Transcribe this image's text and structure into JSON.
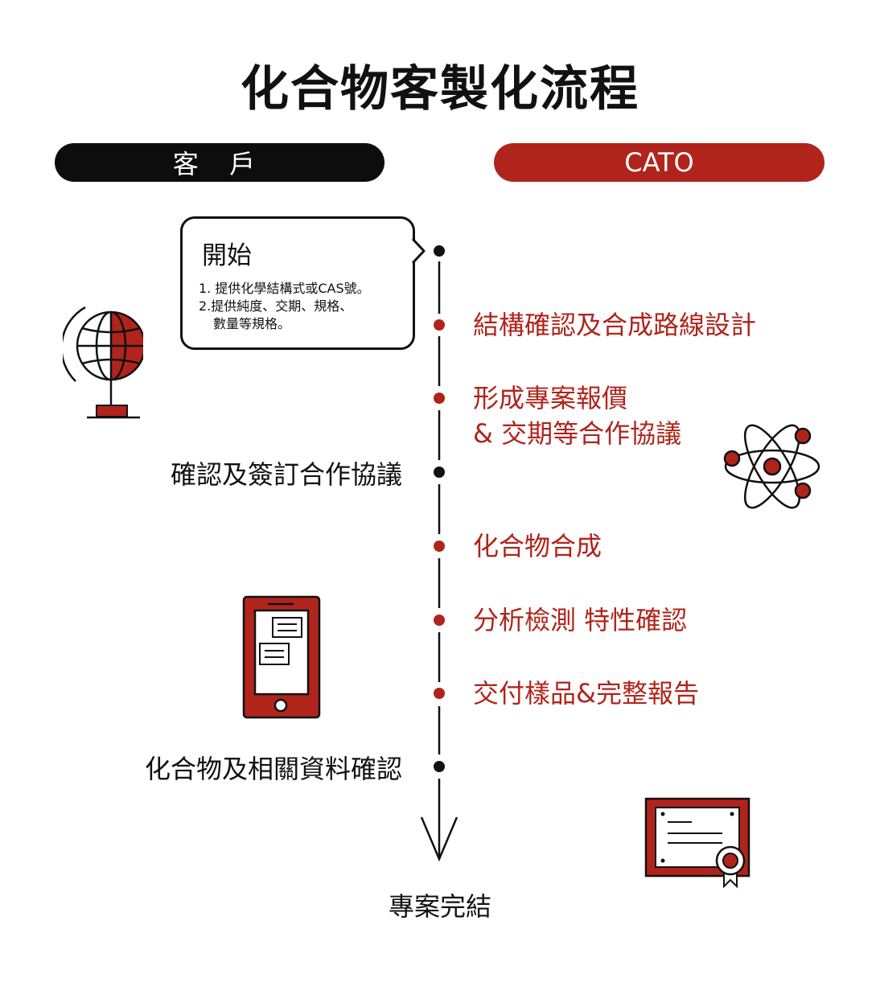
{
  "title": "化合物客製化流程",
  "columns": {
    "left": "客 戶",
    "right": "CATO"
  },
  "start": {
    "title": "開始",
    "items": [
      "1. 提供化學結構式或CAS號。",
      "2.提供純度、交期、規格、",
      "數量等規格。"
    ]
  },
  "steps_cato": [
    {
      "line1": "結構確認及合成路線設計"
    },
    {
      "line1": "形成專案報價",
      "line2": "& 交期等合作協議"
    },
    {
      "line1": "化合物合成"
    },
    {
      "line1": "分析檢測 特性確認"
    },
    {
      "line1": "交付樣品&完整報告"
    }
  ],
  "steps_client": [
    {
      "label": "確認及簽訂合作協議"
    },
    {
      "label": "化合物及相關資料確認"
    }
  ],
  "end_label": "專案完結",
  "colors": {
    "accent_red": "#b0241c",
    "dark": "#0d0d0d"
  },
  "icons": [
    "globe-icon",
    "atom-icon",
    "smartphone-icon",
    "certificate-icon"
  ]
}
